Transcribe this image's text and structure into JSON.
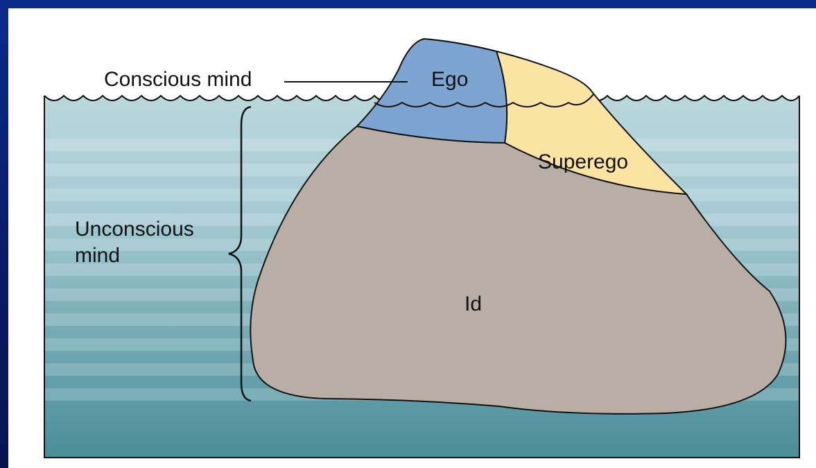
{
  "diagram": {
    "labels": {
      "conscious": "Conscious mind",
      "unconscious_line1": "Unconscious",
      "unconscious_line2": "mind",
      "ego": "Ego",
      "superego": "Superego",
      "id": "Id"
    },
    "colors": {
      "frame": "#0a1e6e",
      "water_top": "#bcd8dc",
      "water_bottom": "#4a8e9a",
      "ego": "#7ea5d1",
      "superego": "#fbe4a3",
      "id": "#b8aea6",
      "outline": "#111111"
    }
  }
}
